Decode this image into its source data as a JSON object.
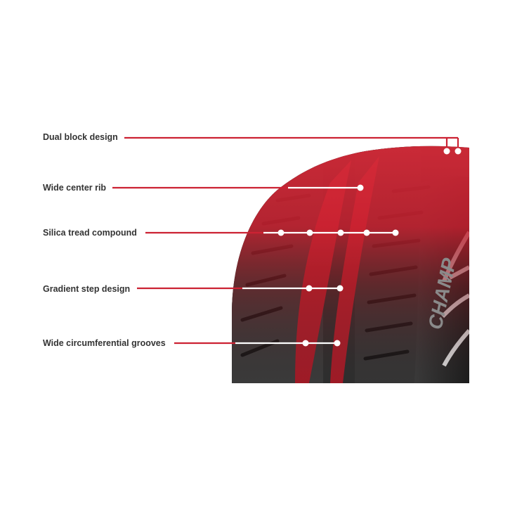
{
  "callouts": [
    {
      "id": "dual-block",
      "label": "Dual block design"
    },
    {
      "id": "wide-center-rib",
      "label": "Wide center rib"
    },
    {
      "id": "silica-tread",
      "label": "Silica tread compound"
    },
    {
      "id": "gradient-step",
      "label": "Gradient step design"
    },
    {
      "id": "wide-grooves",
      "label": "Wide circumferential grooves"
    }
  ],
  "tire": {
    "sidewall_text": "CHAMP",
    "colors": {
      "accent_red": "#c8102e",
      "highlight_red": "#d8323f",
      "tread_dark": "#2a2a2a",
      "tread_mid": "#4a4a4a",
      "label_text": "#333333",
      "leader_line": "#cc2233",
      "marker_dot": "#ffffff"
    }
  }
}
